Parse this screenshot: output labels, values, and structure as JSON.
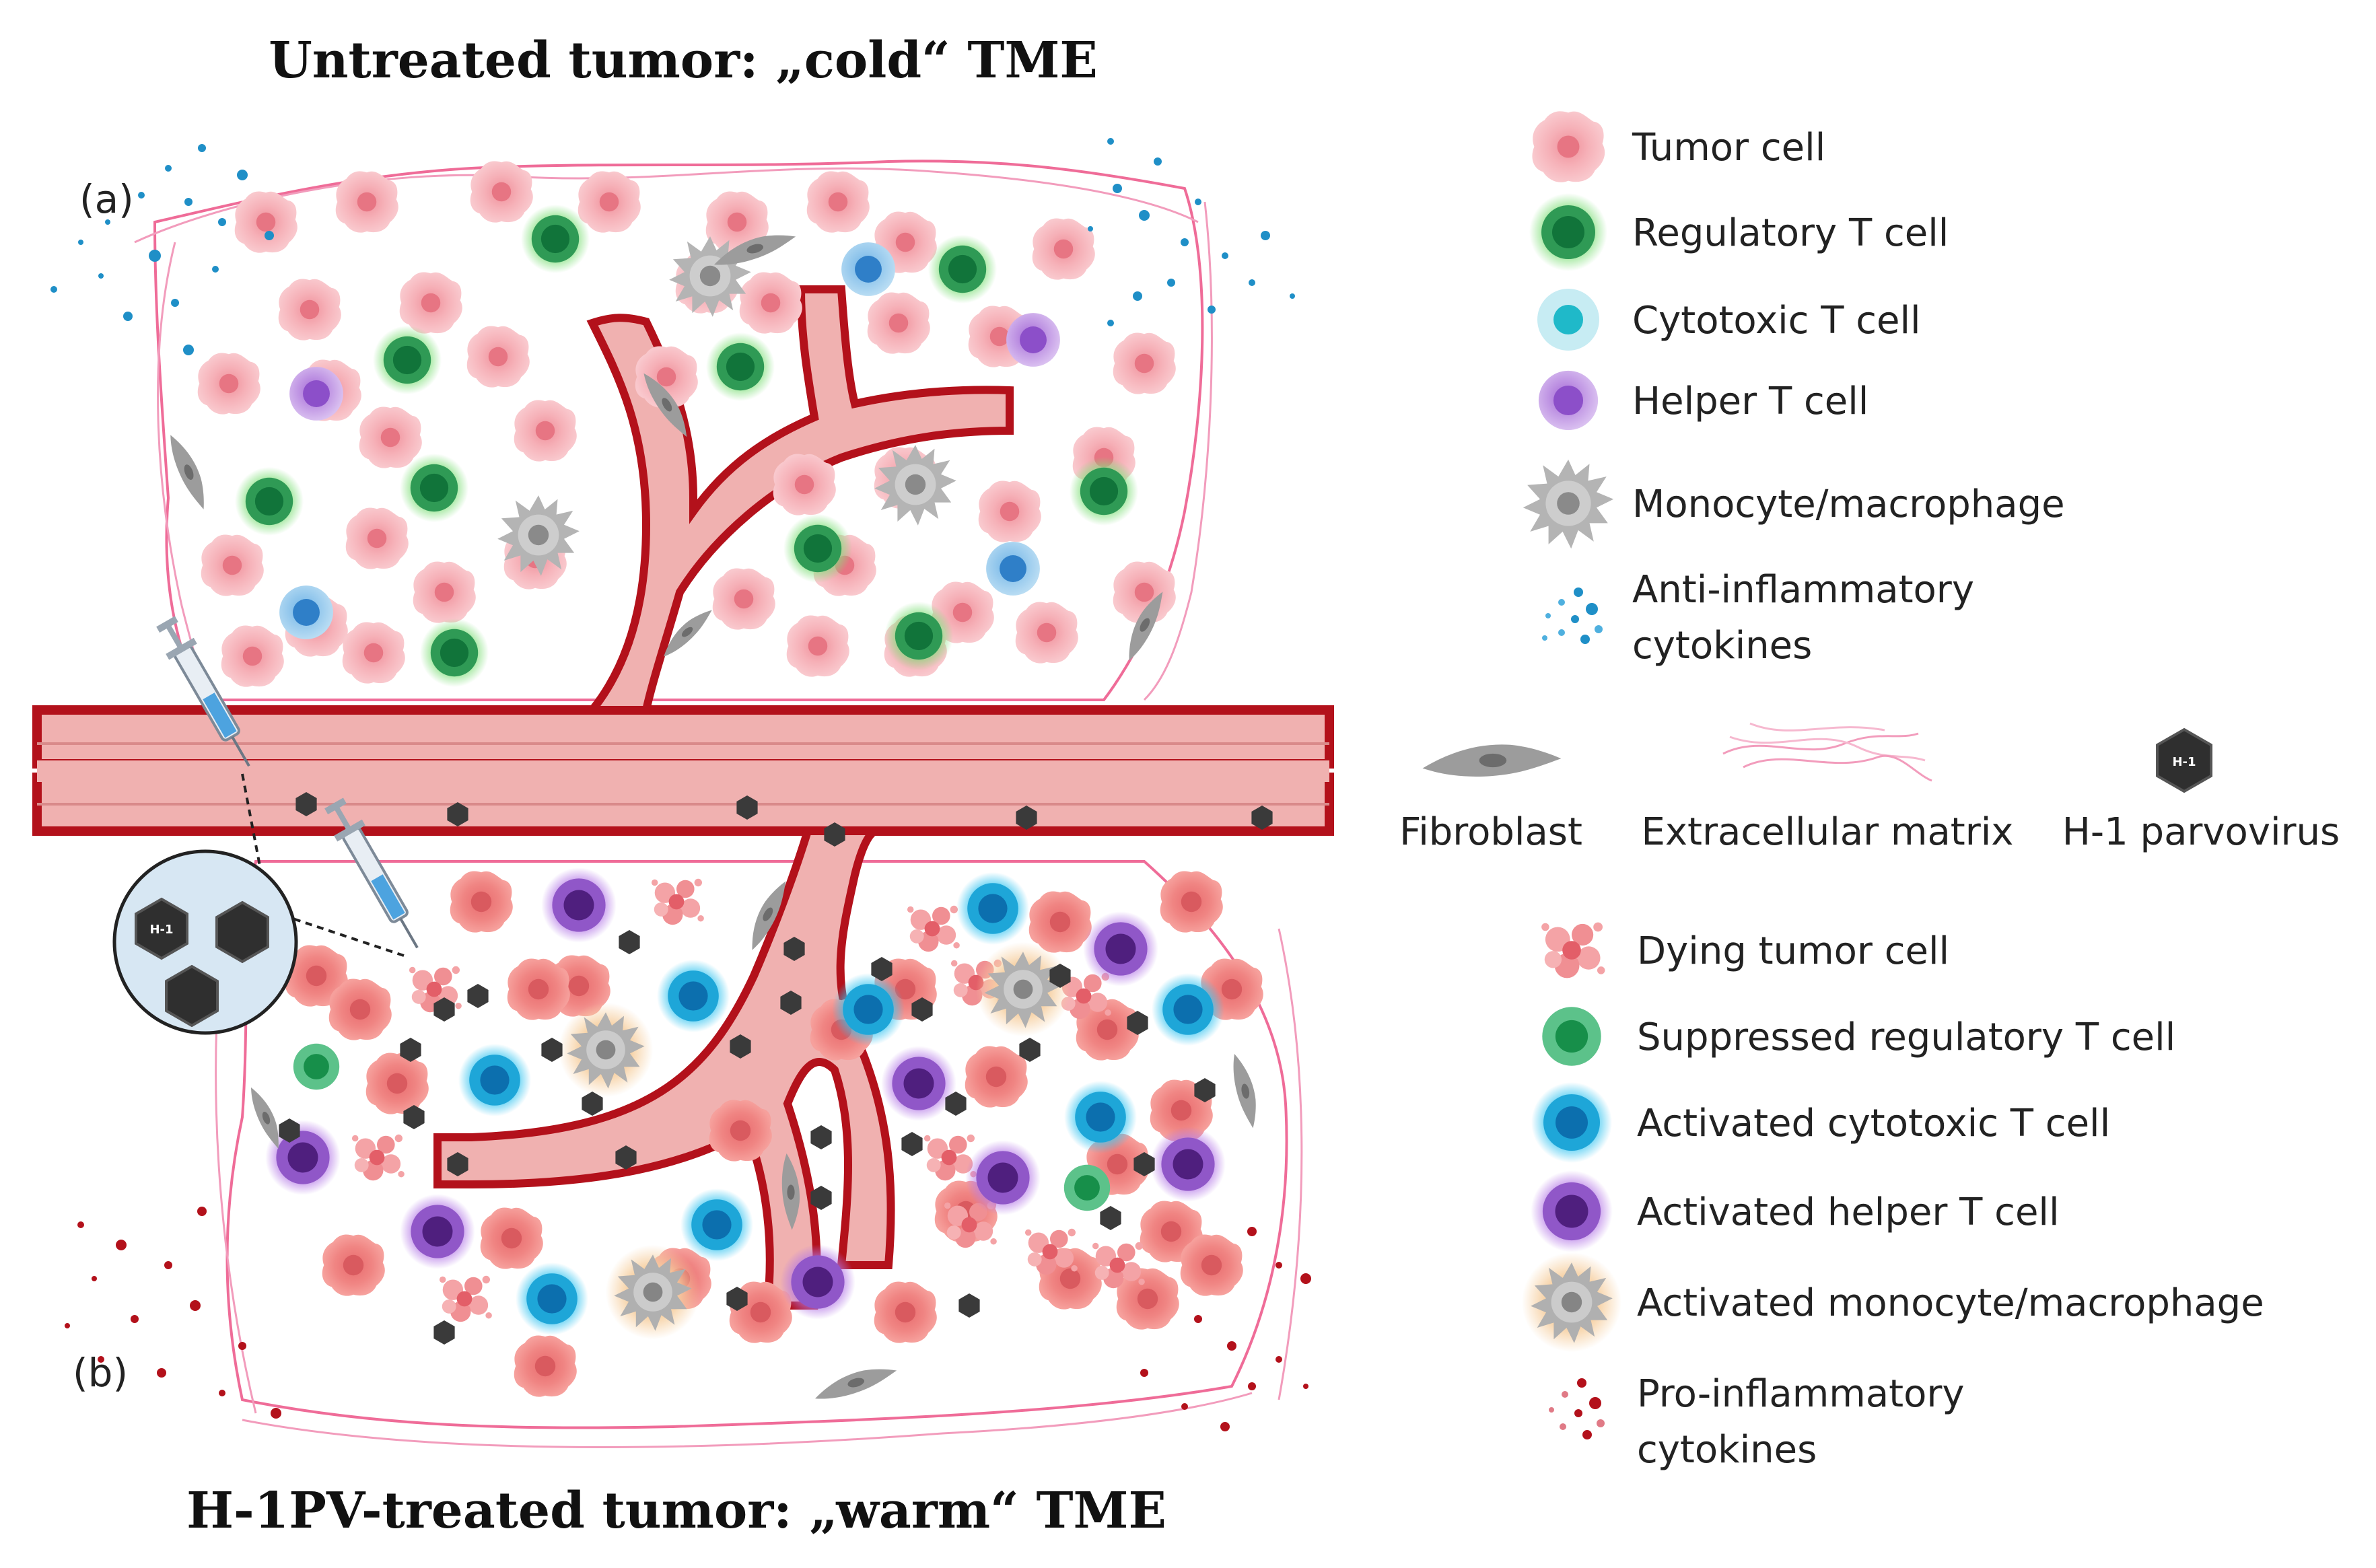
{
  "titles": {
    "top": "Untreated tumor: „cold“ TME",
    "bottom": "H-1PV-treated tumor: „warm“ TME"
  },
  "panel_labels": {
    "a": "(a)",
    "b": "(b)"
  },
  "legend_top": [
    {
      "label": "Tumor cell",
      "icon": "tumor-cell-icon"
    },
    {
      "label": "Regulatory T cell",
      "icon": "regulatory-t-cell-icon"
    },
    {
      "label": "Cytotoxic T cell",
      "icon": "cytotoxic-t-cell-icon"
    },
    {
      "label": "Helper T cell",
      "icon": "helper-t-cell-icon"
    },
    {
      "label": "Monocyte/macrophage",
      "icon": "macrophage-icon"
    },
    {
      "label": "Anti-inflammatory",
      "label2": "cytokines",
      "icon": "anti-inflammatory-cytokines-icon"
    }
  ],
  "legend_mid": [
    {
      "label": "Fibroblast",
      "icon": "fibroblast-icon"
    },
    {
      "label": "Extracellular matrix",
      "icon": "extracellular-matrix-icon"
    },
    {
      "label": "H-1 parvovirus",
      "icon": "h1-parvovirus-icon"
    }
  ],
  "legend_bottom": [
    {
      "label": "Dying tumor cell",
      "icon": "dying-tumor-cell-icon"
    },
    {
      "label": "Suppressed regulatory T cell",
      "icon": "suppressed-regulatory-t-cell-icon"
    },
    {
      "label": "Activated cytotoxic T cell",
      "icon": "activated-cytotoxic-t-cell-icon"
    },
    {
      "label": "Activated helper T cell",
      "icon": "activated-helper-t-cell-icon"
    },
    {
      "label": "Activated monocyte/macrophage",
      "icon": "activated-macrophage-icon"
    },
    {
      "label": "Pro-inflammatory",
      "label2": "cytokines",
      "icon": "pro-inflammatory-cytokines-icon"
    }
  ],
  "virus_label": "H-1",
  "colors": {
    "tumor": "#f4a7ae",
    "tumor_core": "#e2717f",
    "tumor_warm": "#f2837f",
    "treg": "#1f8a4c",
    "treg_glow": "#7ee27e",
    "cytotoxic": "#5ea6dc",
    "cytotoxic_active": "#1aa3d6",
    "helper": "#a679d6",
    "helper_active": "#7a3fa8",
    "macrophage": "#a9a9a9",
    "vessel": "#b3111b",
    "vessel_fill": "#f1b4b2",
    "ecm": "#e94e86",
    "anti_cytokine": "#1f8fc7",
    "pro_cytokine": "#b3111b",
    "virus": "#333333"
  }
}
